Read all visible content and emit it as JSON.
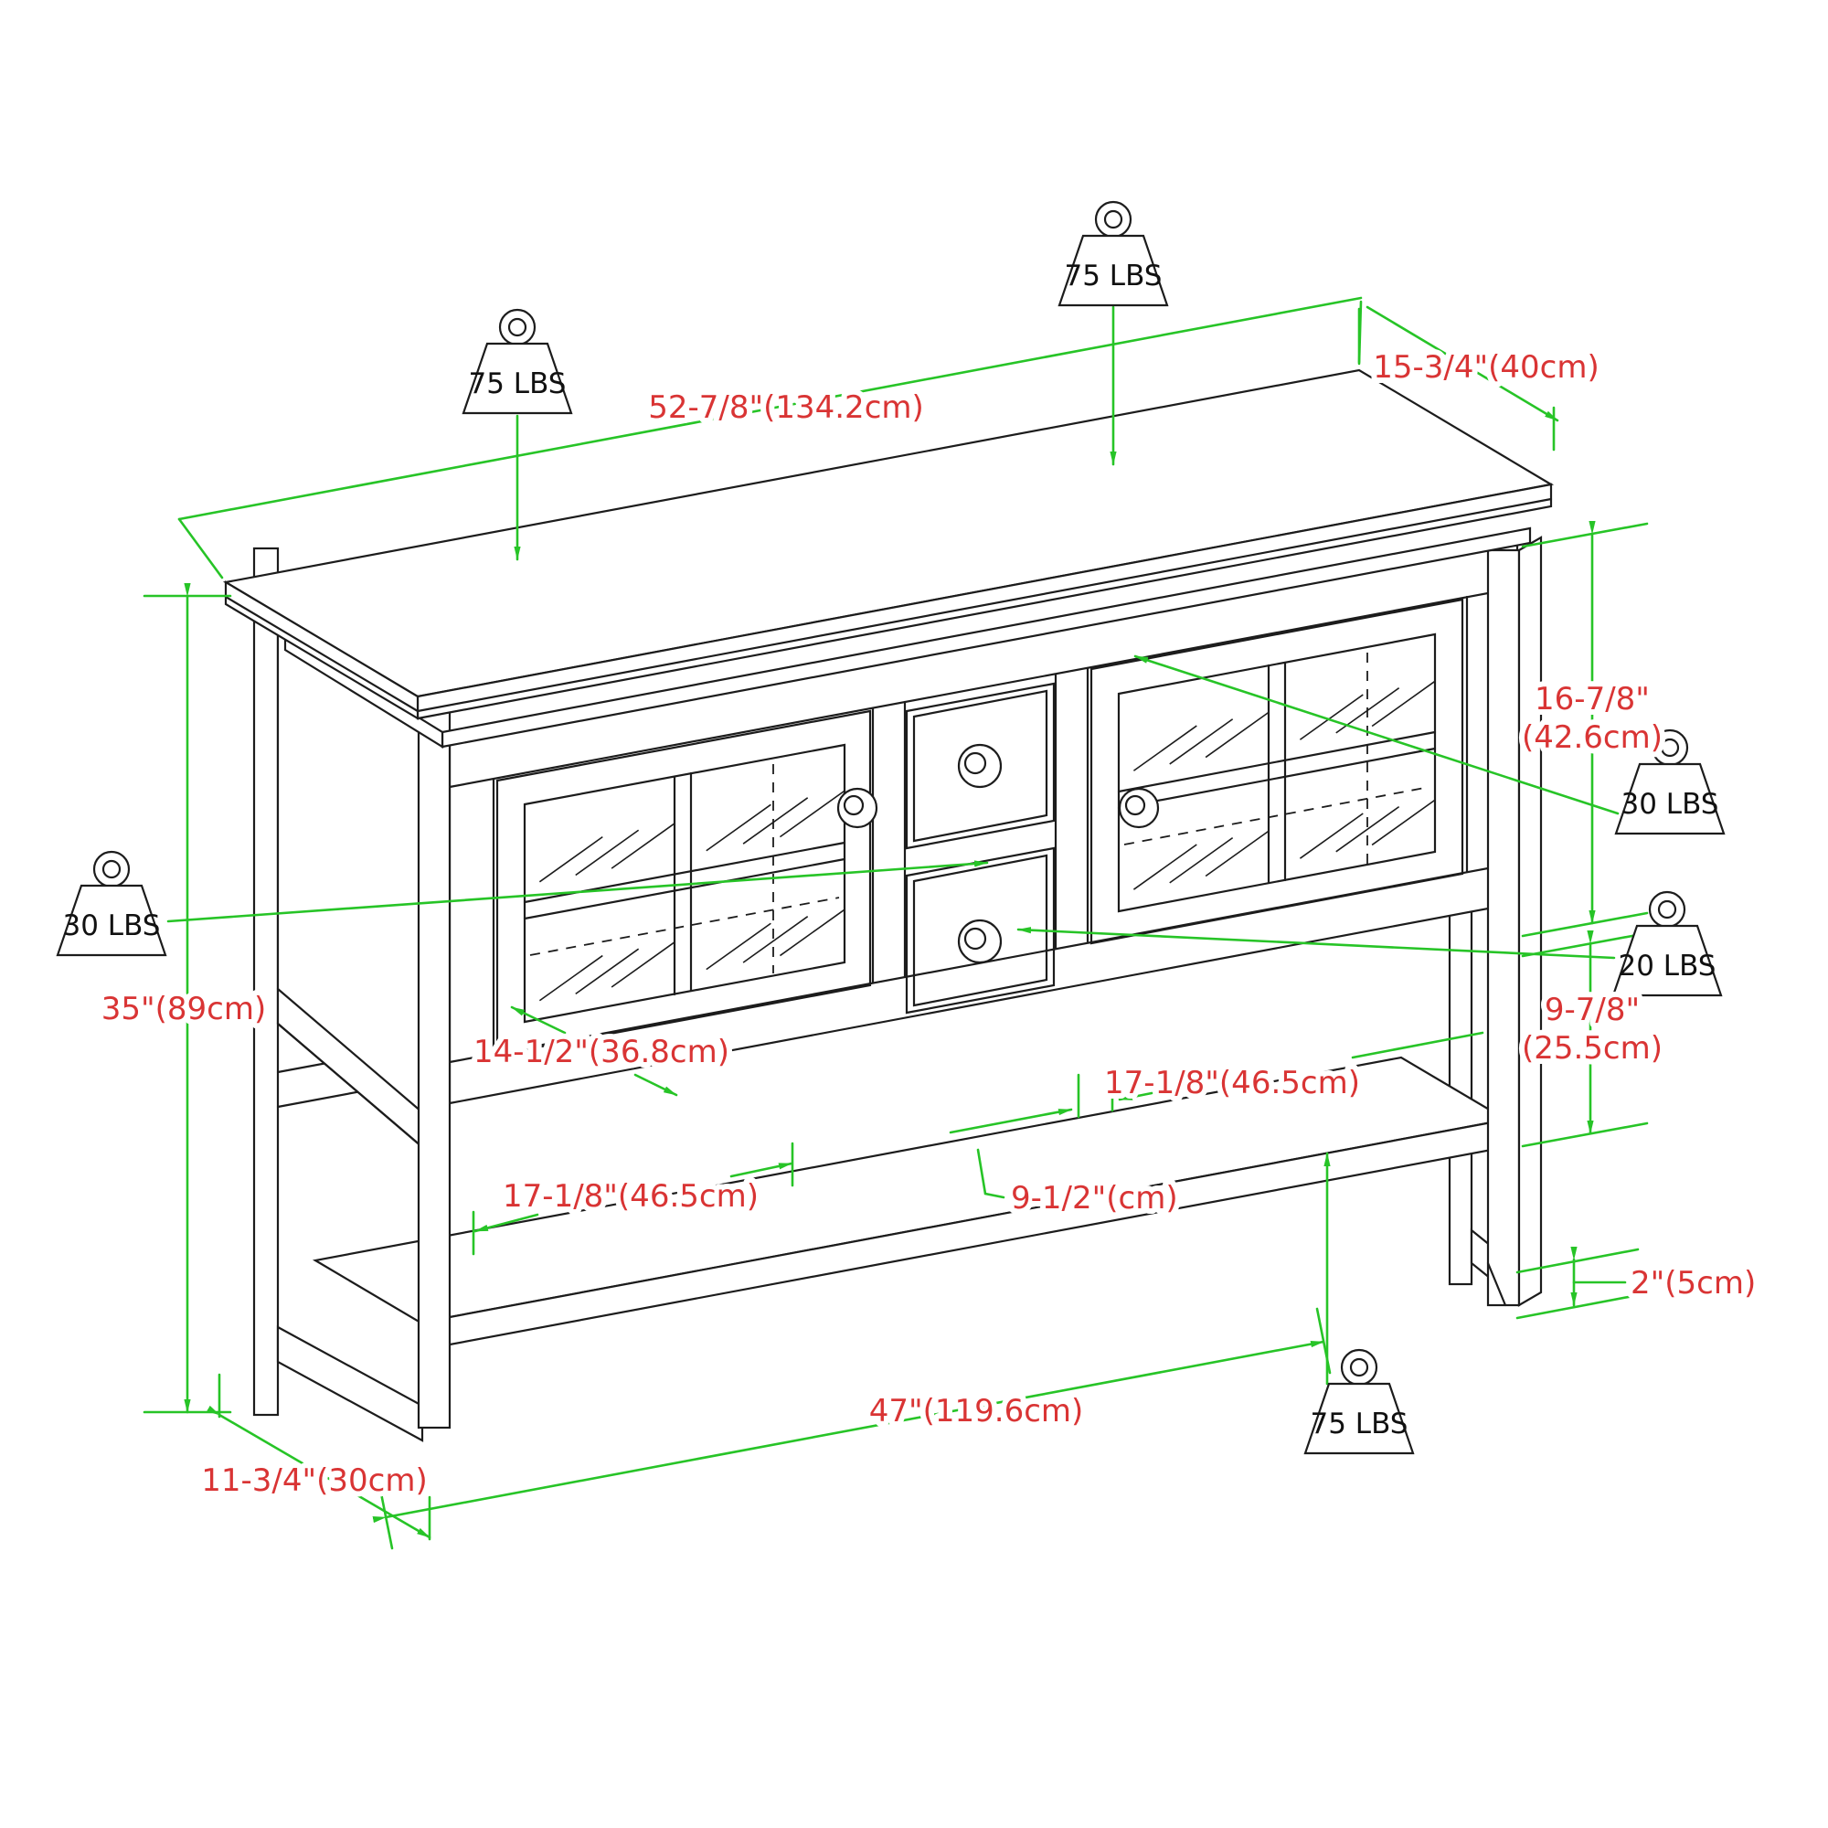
{
  "diagram": {
    "title": "Buffet cabinet dimension drawing",
    "colors": {
      "line_art": "#1c1c1c",
      "dimension_lines": "#27c427",
      "dimension_text": "#d93434",
      "background": "#ffffff"
    },
    "dimensions": {
      "top_width": "52-7/8\"(134.2cm)",
      "top_depth": "15-3/4\"(40cm)",
      "overall_height": "35\"(89cm)",
      "interior_height": {
        "line1": "16-7/8\"",
        "line2": "(42.6cm)"
      },
      "open_shelf_height": {
        "line1": "9-7/8\"",
        "line2": "(25.5cm)"
      },
      "door_glass_width": "14-1/2\"(36.8cm)",
      "left_cabinet_width": "17-1/8\"(46.5cm)",
      "right_cabinet_width": "17-1/8\"(46.5cm)",
      "drawer_width": "9-1/2\"(cm)",
      "shelf_foot_height": "2\"(5cm)",
      "bottom_shelf_width": "47\"(119.6cm)",
      "base_depth": "11-3/4\"(30cm)"
    },
    "weights": [
      {
        "location": "top-surface-right",
        "label": "75 LBS"
      },
      {
        "location": "top-surface-left",
        "label": "75 LBS"
      },
      {
        "location": "left-cabinet",
        "label": "30 LBS"
      },
      {
        "location": "right-cabinet",
        "label": "30 LBS"
      },
      {
        "location": "drawers",
        "label": "20 LBS"
      },
      {
        "location": "bottom-shelf",
        "label": "75 LBS"
      }
    ]
  }
}
